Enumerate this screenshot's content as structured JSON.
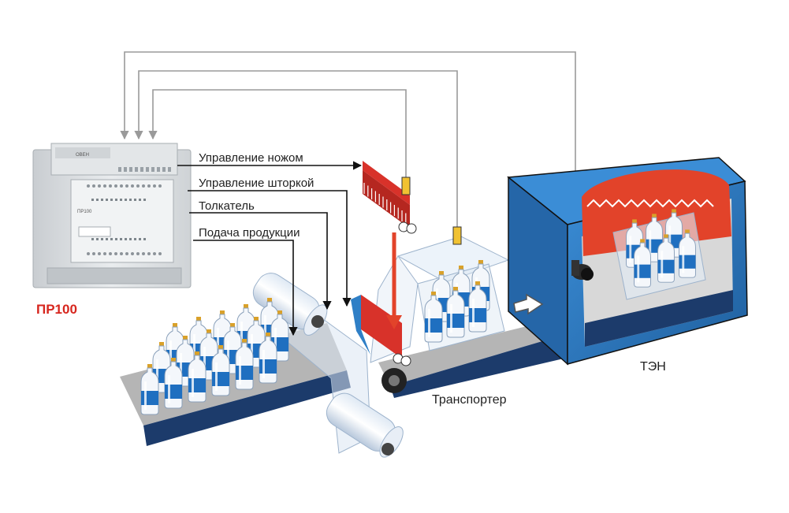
{
  "controller": {
    "model_label": "ПР100",
    "brand_logo": "ОВЕН",
    "panel_text": "ПР100",
    "color": "#d7261e"
  },
  "signals": [
    {
      "label": "Управление ножом"
    },
    {
      "label": "Управление шторкой"
    },
    {
      "label": "Толкатель"
    },
    {
      "label": "Подача продукции"
    }
  ],
  "machine": {
    "conveyor_label": "Транспортер",
    "heater_label": "ТЭН"
  },
  "colors": {
    "belt": "#1c3b6b",
    "heater_blue": "#2f7fc6",
    "heater_red": "#e2432a",
    "knife_red": "#d8322a",
    "bottle_label": "#1f6fc0",
    "cap": "#d9a12a",
    "wire": "#9a9a9a"
  },
  "icons": {
    "flow_arrow": "arrow-right-icon"
  }
}
